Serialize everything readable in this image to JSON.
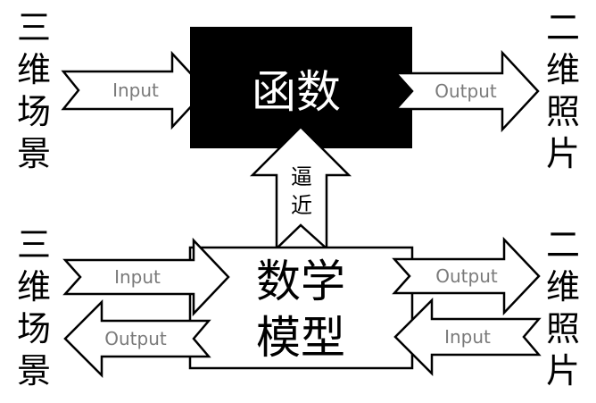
{
  "colors": {
    "background": "#ffffff",
    "function_box_fill": "#000000",
    "model_box_fill": "#ffffff",
    "stroke": "#000000",
    "arrow_label": "#7a7a7a"
  },
  "top_row": {
    "left_label": [
      "三",
      "维",
      "场",
      "景"
    ],
    "input_arrow_label": "Input",
    "function_box": {
      "line1": "函数"
    },
    "output_arrow_label": "Output",
    "right_label": [
      "二",
      "维",
      "照",
      "片"
    ]
  },
  "approximation_arrow": {
    "label": [
      "逼",
      "近"
    ]
  },
  "bottom_row": {
    "left_label": [
      "三",
      "维",
      "场",
      "景"
    ],
    "left_input_arrow_label": "Input",
    "left_output_arrow_label": "Output",
    "model_box": {
      "line1": "数学",
      "line2": "模型"
    },
    "right_output_arrow_label": "Output",
    "right_input_arrow_label": "Input",
    "right_label": [
      "二",
      "维",
      "照",
      "片"
    ]
  }
}
